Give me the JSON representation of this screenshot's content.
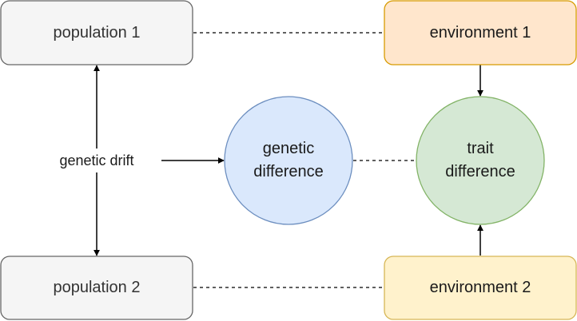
{
  "nodes": {
    "population_1": {
      "label": "population 1",
      "fill": "#f5f5f5",
      "stroke": "#666666"
    },
    "population_2": {
      "label": "population 2",
      "fill": "#f5f5f5",
      "stroke": "#666666"
    },
    "environment_1": {
      "label": "environment 1",
      "fill": "#ffe6cc",
      "stroke": "#d79b00"
    },
    "environment_2": {
      "label": "environment 2",
      "fill": "#fff2cc",
      "stroke": "#d6b656"
    },
    "genetic_difference": {
      "label_lines": [
        "genetic",
        "difference"
      ],
      "fill": "#dae8fc",
      "stroke": "#6c8ebf"
    },
    "trait_difference": {
      "label_lines": [
        "trait",
        "difference"
      ],
      "fill": "#d5e8d4",
      "stroke": "#82b366"
    },
    "genetic_drift": {
      "label": "genetic drift"
    }
  },
  "edges": [
    {
      "from": "population_1",
      "to": "environment_1",
      "style": "dashed"
    },
    {
      "from": "population_2",
      "to": "environment_2",
      "style": "dashed"
    },
    {
      "from": "genetic_difference",
      "to": "trait_difference",
      "style": "dashed"
    },
    {
      "from": "genetic_drift",
      "to": "population_1",
      "style": "arrow"
    },
    {
      "from": "genetic_drift",
      "to": "population_2",
      "style": "arrow"
    },
    {
      "from": "genetic_drift",
      "to": "genetic_difference",
      "style": "arrow"
    },
    {
      "from": "environment_1",
      "to": "trait_difference",
      "style": "arrow"
    },
    {
      "from": "environment_2",
      "to": "trait_difference",
      "style": "arrow"
    }
  ],
  "colors": {
    "line": "#000000"
  }
}
